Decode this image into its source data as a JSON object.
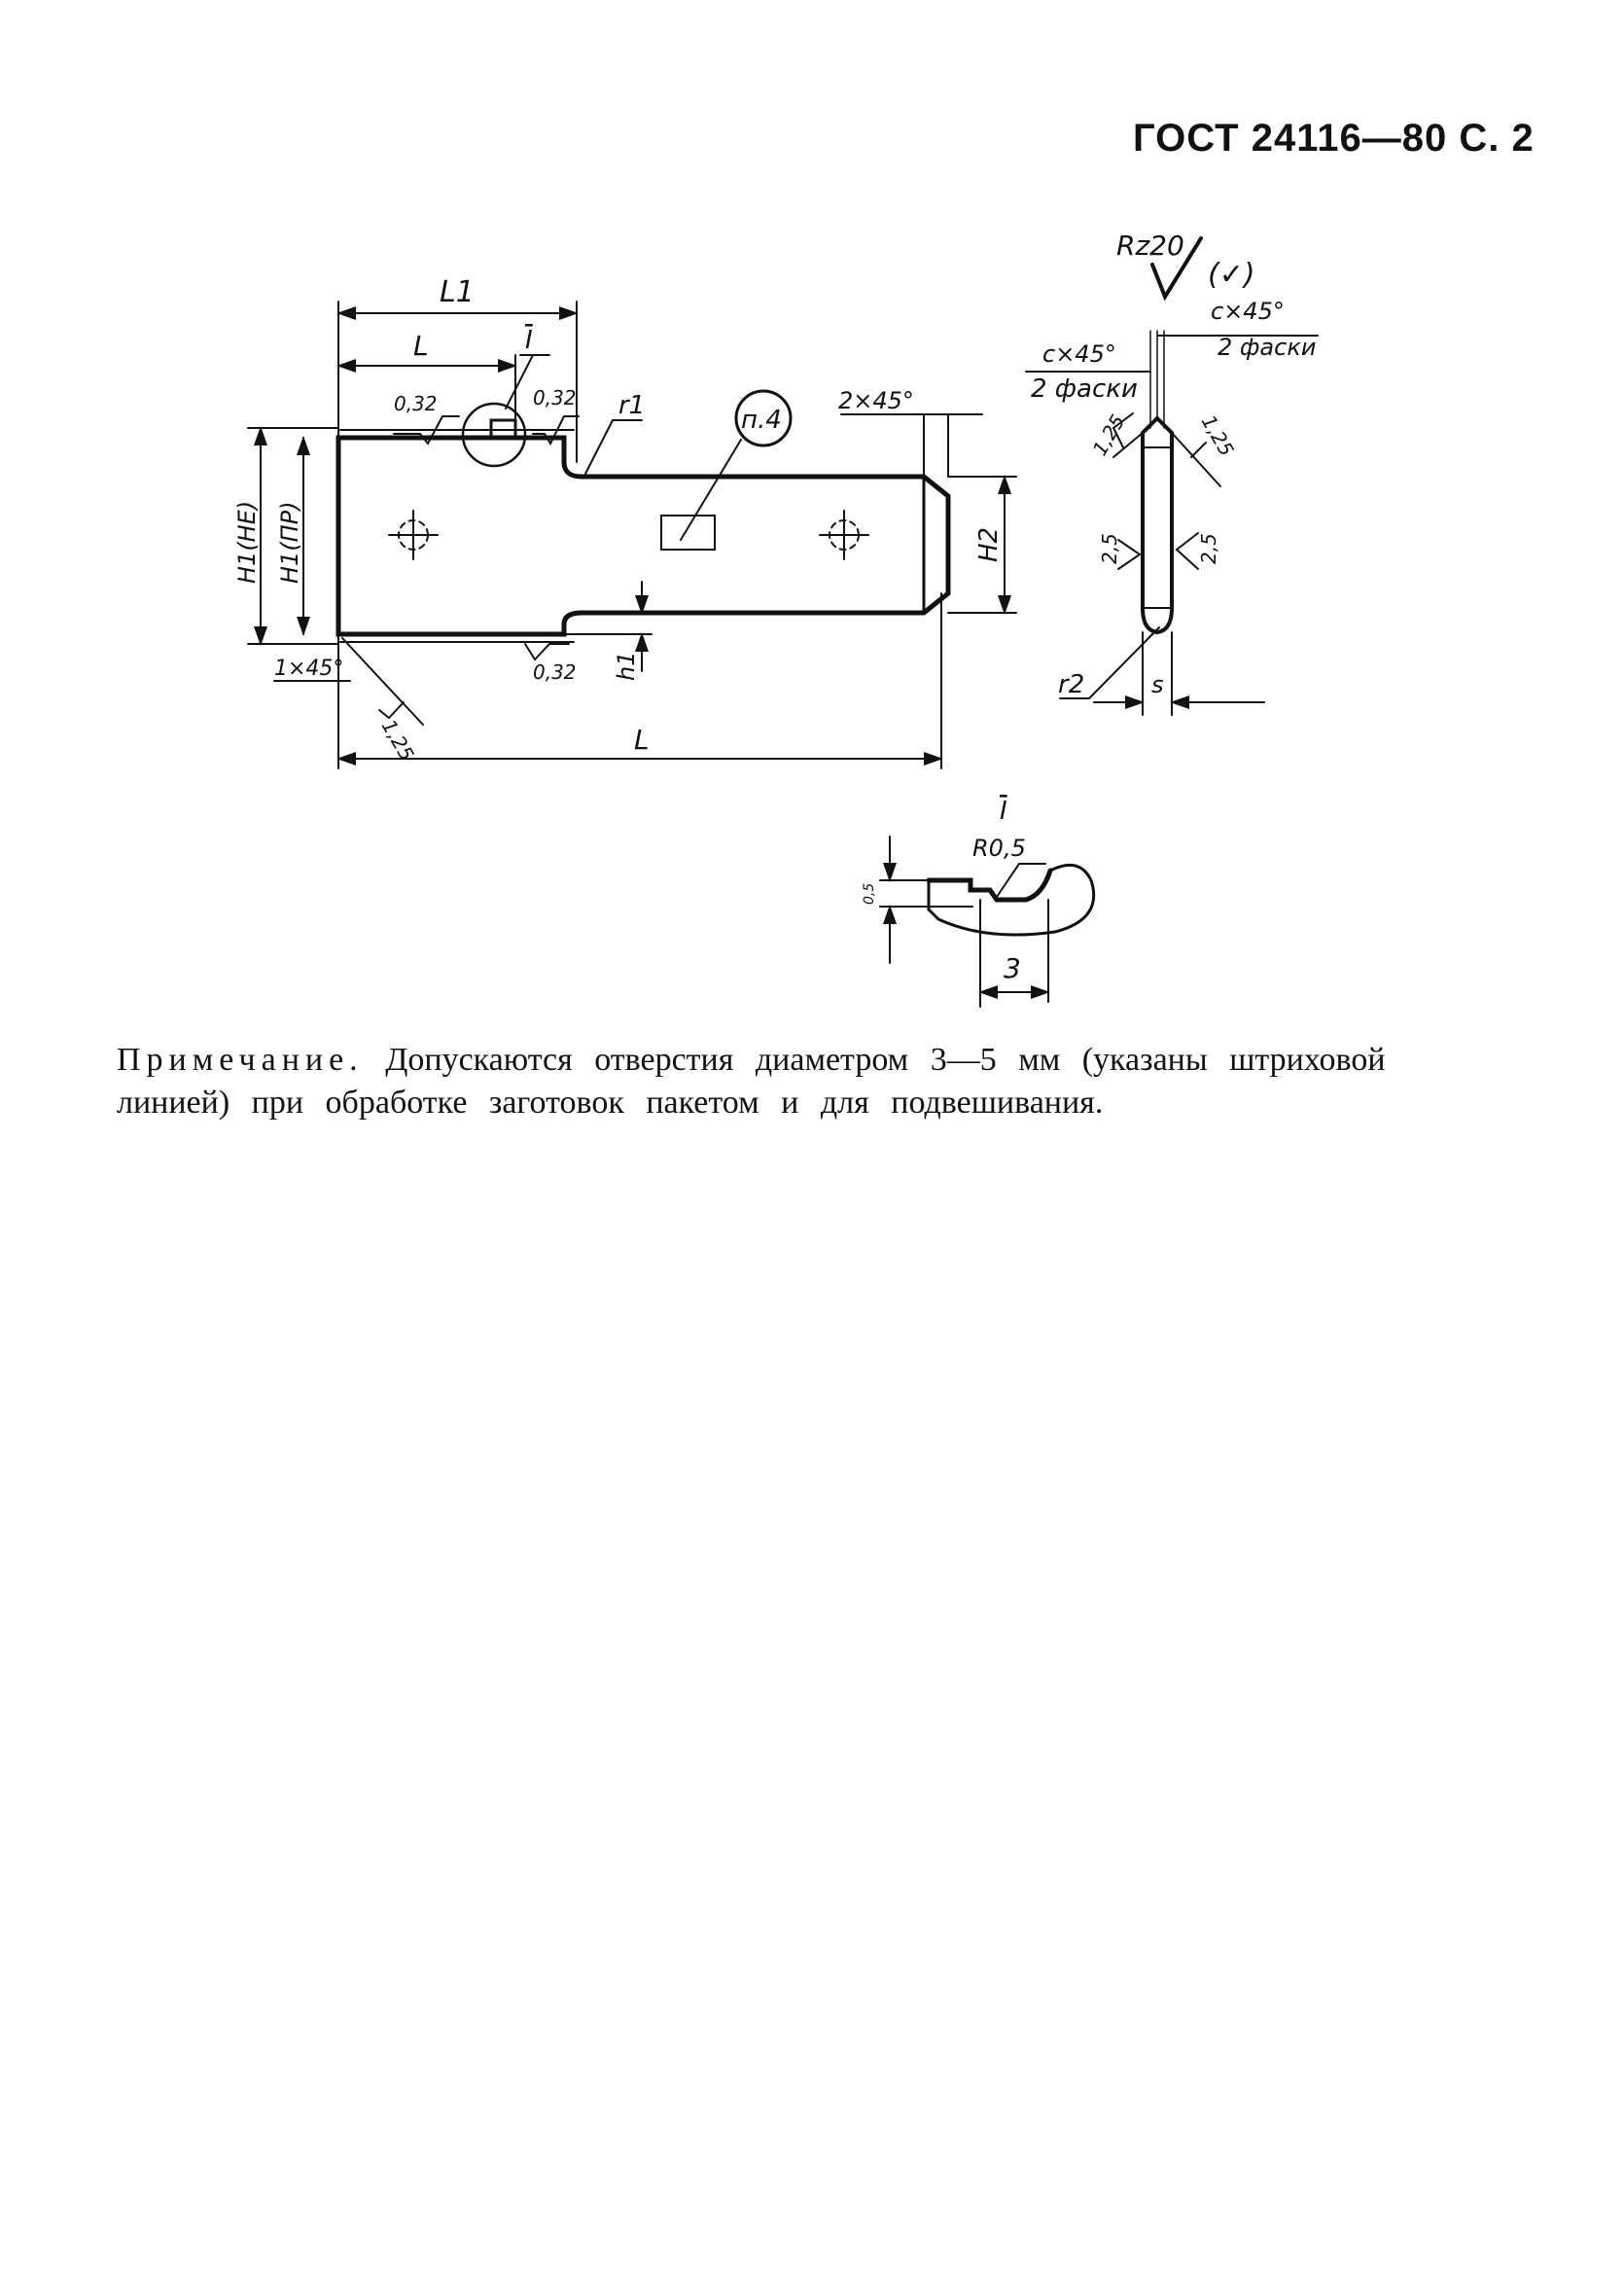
{
  "header": {
    "text": "ГОСТ 24116—80 С. 2"
  },
  "drawing": {
    "labels": {
      "L1": "L1",
      "L_top": "L",
      "L_bottom": "L",
      "I_callout": "I",
      "roughness_032_left": "0,32",
      "roughness_032_right": "0,32",
      "roughness_032_bottom": "0,32",
      "r1": "r1",
      "p4": "п.4",
      "chamfer_2x45": "2×45°",
      "H1_HE": "H1(НЕ)",
      "H1_PR": "H1(ПР)",
      "H2": "H2",
      "h1": "h1",
      "chamfer_1x45": "1×45°",
      "roughness_125_main": "1,25",
      "rz20": "Rz20",
      "check_paren": "(✓)",
      "cx45_right": "c×45°",
      "two_chamfers_right": "2 фаски",
      "cx45_left": "c×45°",
      "two_chamfers_left": "2 фаски",
      "roughness_125_left": "1,25",
      "roughness_125_right": "1,25",
      "roughness_25_left": "2,5",
      "roughness_25_right": "2,5",
      "r2": "r2",
      "s": "s",
      "detail_I": "I",
      "detail_R": "R0,5",
      "detail_depth": "0,5",
      "detail_3": "3"
    }
  },
  "note": {
    "heading": "Примечание.",
    "text": " Допускаются отверстия диаметром 3—5 мм (указаны штриховой линией) при обработке заготовок пакетом и для подвешивания."
  }
}
